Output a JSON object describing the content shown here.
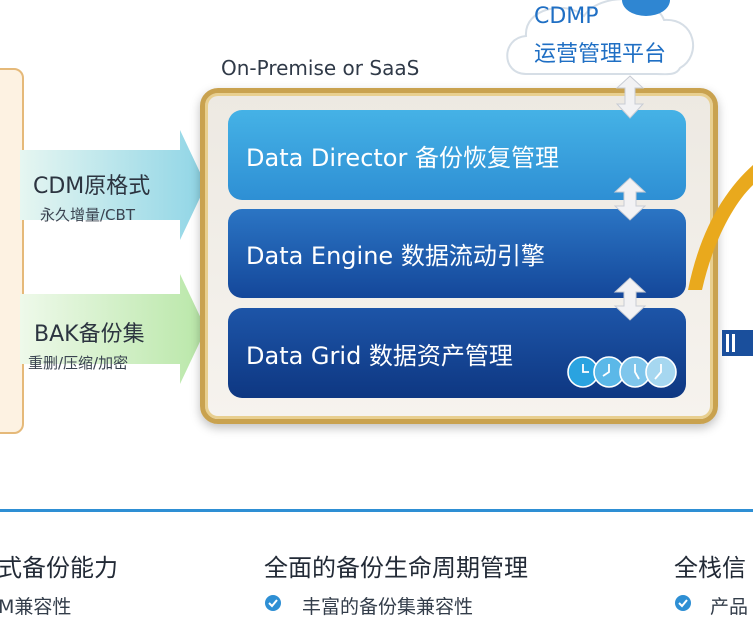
{
  "cloud": {
    "line1": "CDMP",
    "line2": "运营管理平台"
  },
  "deploy_label": "On-Premise or SaaS",
  "inputs": [
    {
      "title": "CDM原格式",
      "subtitle": "永久增量/CBT"
    },
    {
      "title": "BAK备份集",
      "subtitle": "重删/压缩/加密"
    }
  ],
  "layers": {
    "director": "Data Director 备份恢复管理",
    "engine": "Data Engine 数据流动引擎",
    "grid": "Data Grid 数据资产管理"
  },
  "features": [
    {
      "title": "式备份能力",
      "item": "M兼容性"
    },
    {
      "title": "全面的备份生命周期管理",
      "item": "丰富的备份集兼容性"
    },
    {
      "title": "全栈信",
      "item": "产品"
    }
  ],
  "colors": {
    "accent_blue": "#2e8fd4",
    "dark_blue": "#0e3782",
    "gold_border": "#c9a24f",
    "arrow_teal": "#bde6ec",
    "arrow_green": "#d3f0cf"
  }
}
